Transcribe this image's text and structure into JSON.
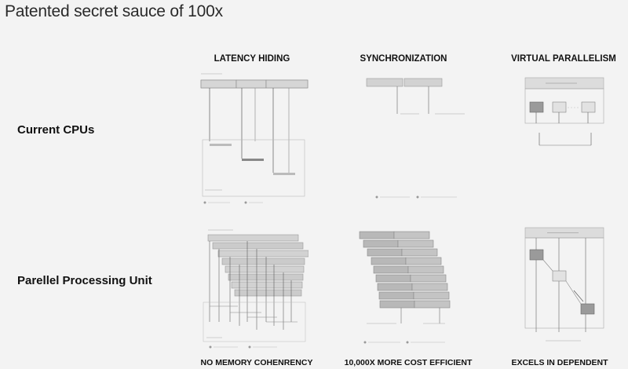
{
  "page": {
    "title": "Patented secret sauce of 100x"
  },
  "columns": [
    {
      "label": "LATENCY HIDING"
    },
    {
      "label": "SYNCHRONIZATION"
    },
    {
      "label": "VIRTUAL PARALLELISM"
    }
  ],
  "rows": [
    {
      "label": "Current CPUs"
    },
    {
      "label": "Parellel Processing Unit"
    }
  ],
  "captions": [
    {
      "text": "NO MEMORY COHENRENCY"
    },
    {
      "text": "10,000X MORE COST EFFICIENT"
    },
    {
      "text": "EXCELS IN DEPENDENT"
    }
  ],
  "colors": {
    "background": "#f3f3f3",
    "bar_fill": "#c9c9c9",
    "bar_dark": "#9a9a9a",
    "line": "#555555"
  }
}
